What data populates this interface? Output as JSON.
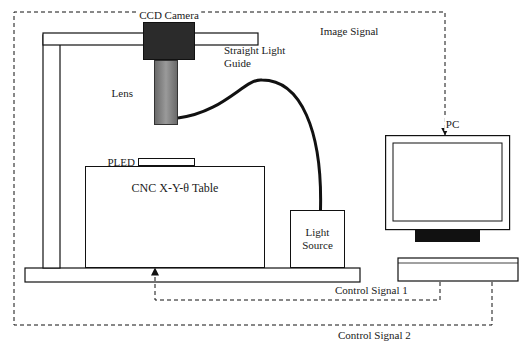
{
  "diagram": {
    "nodes": [
      {
        "text": [
          "CCD Camera"
        ]
      },
      {
        "text": [
          "Lens"
        ]
      },
      {
        "text": [
          "PLED"
        ]
      },
      {
        "text": [
          "CNC X-Y-θ Table"
        ]
      },
      {
        "text": [
          "Light Source"
        ]
      },
      {
        "text": [
          "PC"
        ]
      }
    ],
    "edges": [
      {
        "from": 4,
        "to": 1,
        "arrow": "none",
        "label": "Straight Light Guide"
      },
      {
        "from": 5,
        "to": 3,
        "arrow": "to",
        "label": "Control Signal 1"
      },
      {
        "from": 0,
        "to": 5,
        "arrow": "to",
        "label": "Image Signal"
      },
      {
        "from": 5,
        "to": 0,
        "arrow": "none",
        "label": "Control Signal 2"
      }
    ]
  }
}
